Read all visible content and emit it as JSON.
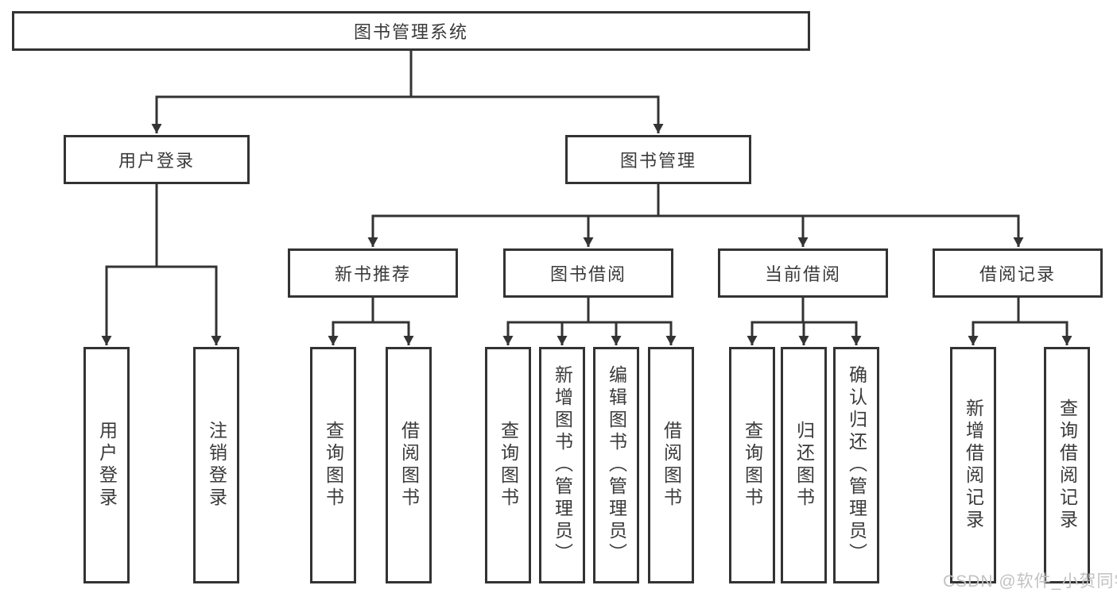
{
  "diagram": {
    "type": "hierarchy-tree",
    "root": {
      "label": "图书管理系统"
    },
    "children": [
      {
        "label": "用户登录",
        "children": [
          {
            "label": "用户登录"
          },
          {
            "label": "注销登录"
          }
        ]
      },
      {
        "label": "图书管理",
        "children": [
          {
            "label": "新书推荐",
            "children": [
              {
                "label": "查询图书"
              },
              {
                "label": "借阅图书"
              }
            ]
          },
          {
            "label": "图书借阅",
            "children": [
              {
                "label": "查询图书"
              },
              {
                "label": "新增图书（管理员）"
              },
              {
                "label": "编辑图书（管理员）"
              },
              {
                "label": "借阅图书"
              }
            ]
          },
          {
            "label": "当前借阅",
            "children": [
              {
                "label": "查询图书"
              },
              {
                "label": "归还图书"
              },
              {
                "label": "确认归还（管理员）"
              }
            ]
          },
          {
            "label": "借阅记录",
            "children": [
              {
                "label": "新增借阅记录"
              },
              {
                "label": "查询借阅记录"
              }
            ]
          }
        ]
      }
    ]
  },
  "watermark": {
    "text": "CSDN @软件_小贺同学"
  },
  "colors": {
    "line": "#333333",
    "box_border": "#333333",
    "text": "#3a3a3a",
    "background": "#ffffff",
    "watermark": "#c2c2c2"
  }
}
